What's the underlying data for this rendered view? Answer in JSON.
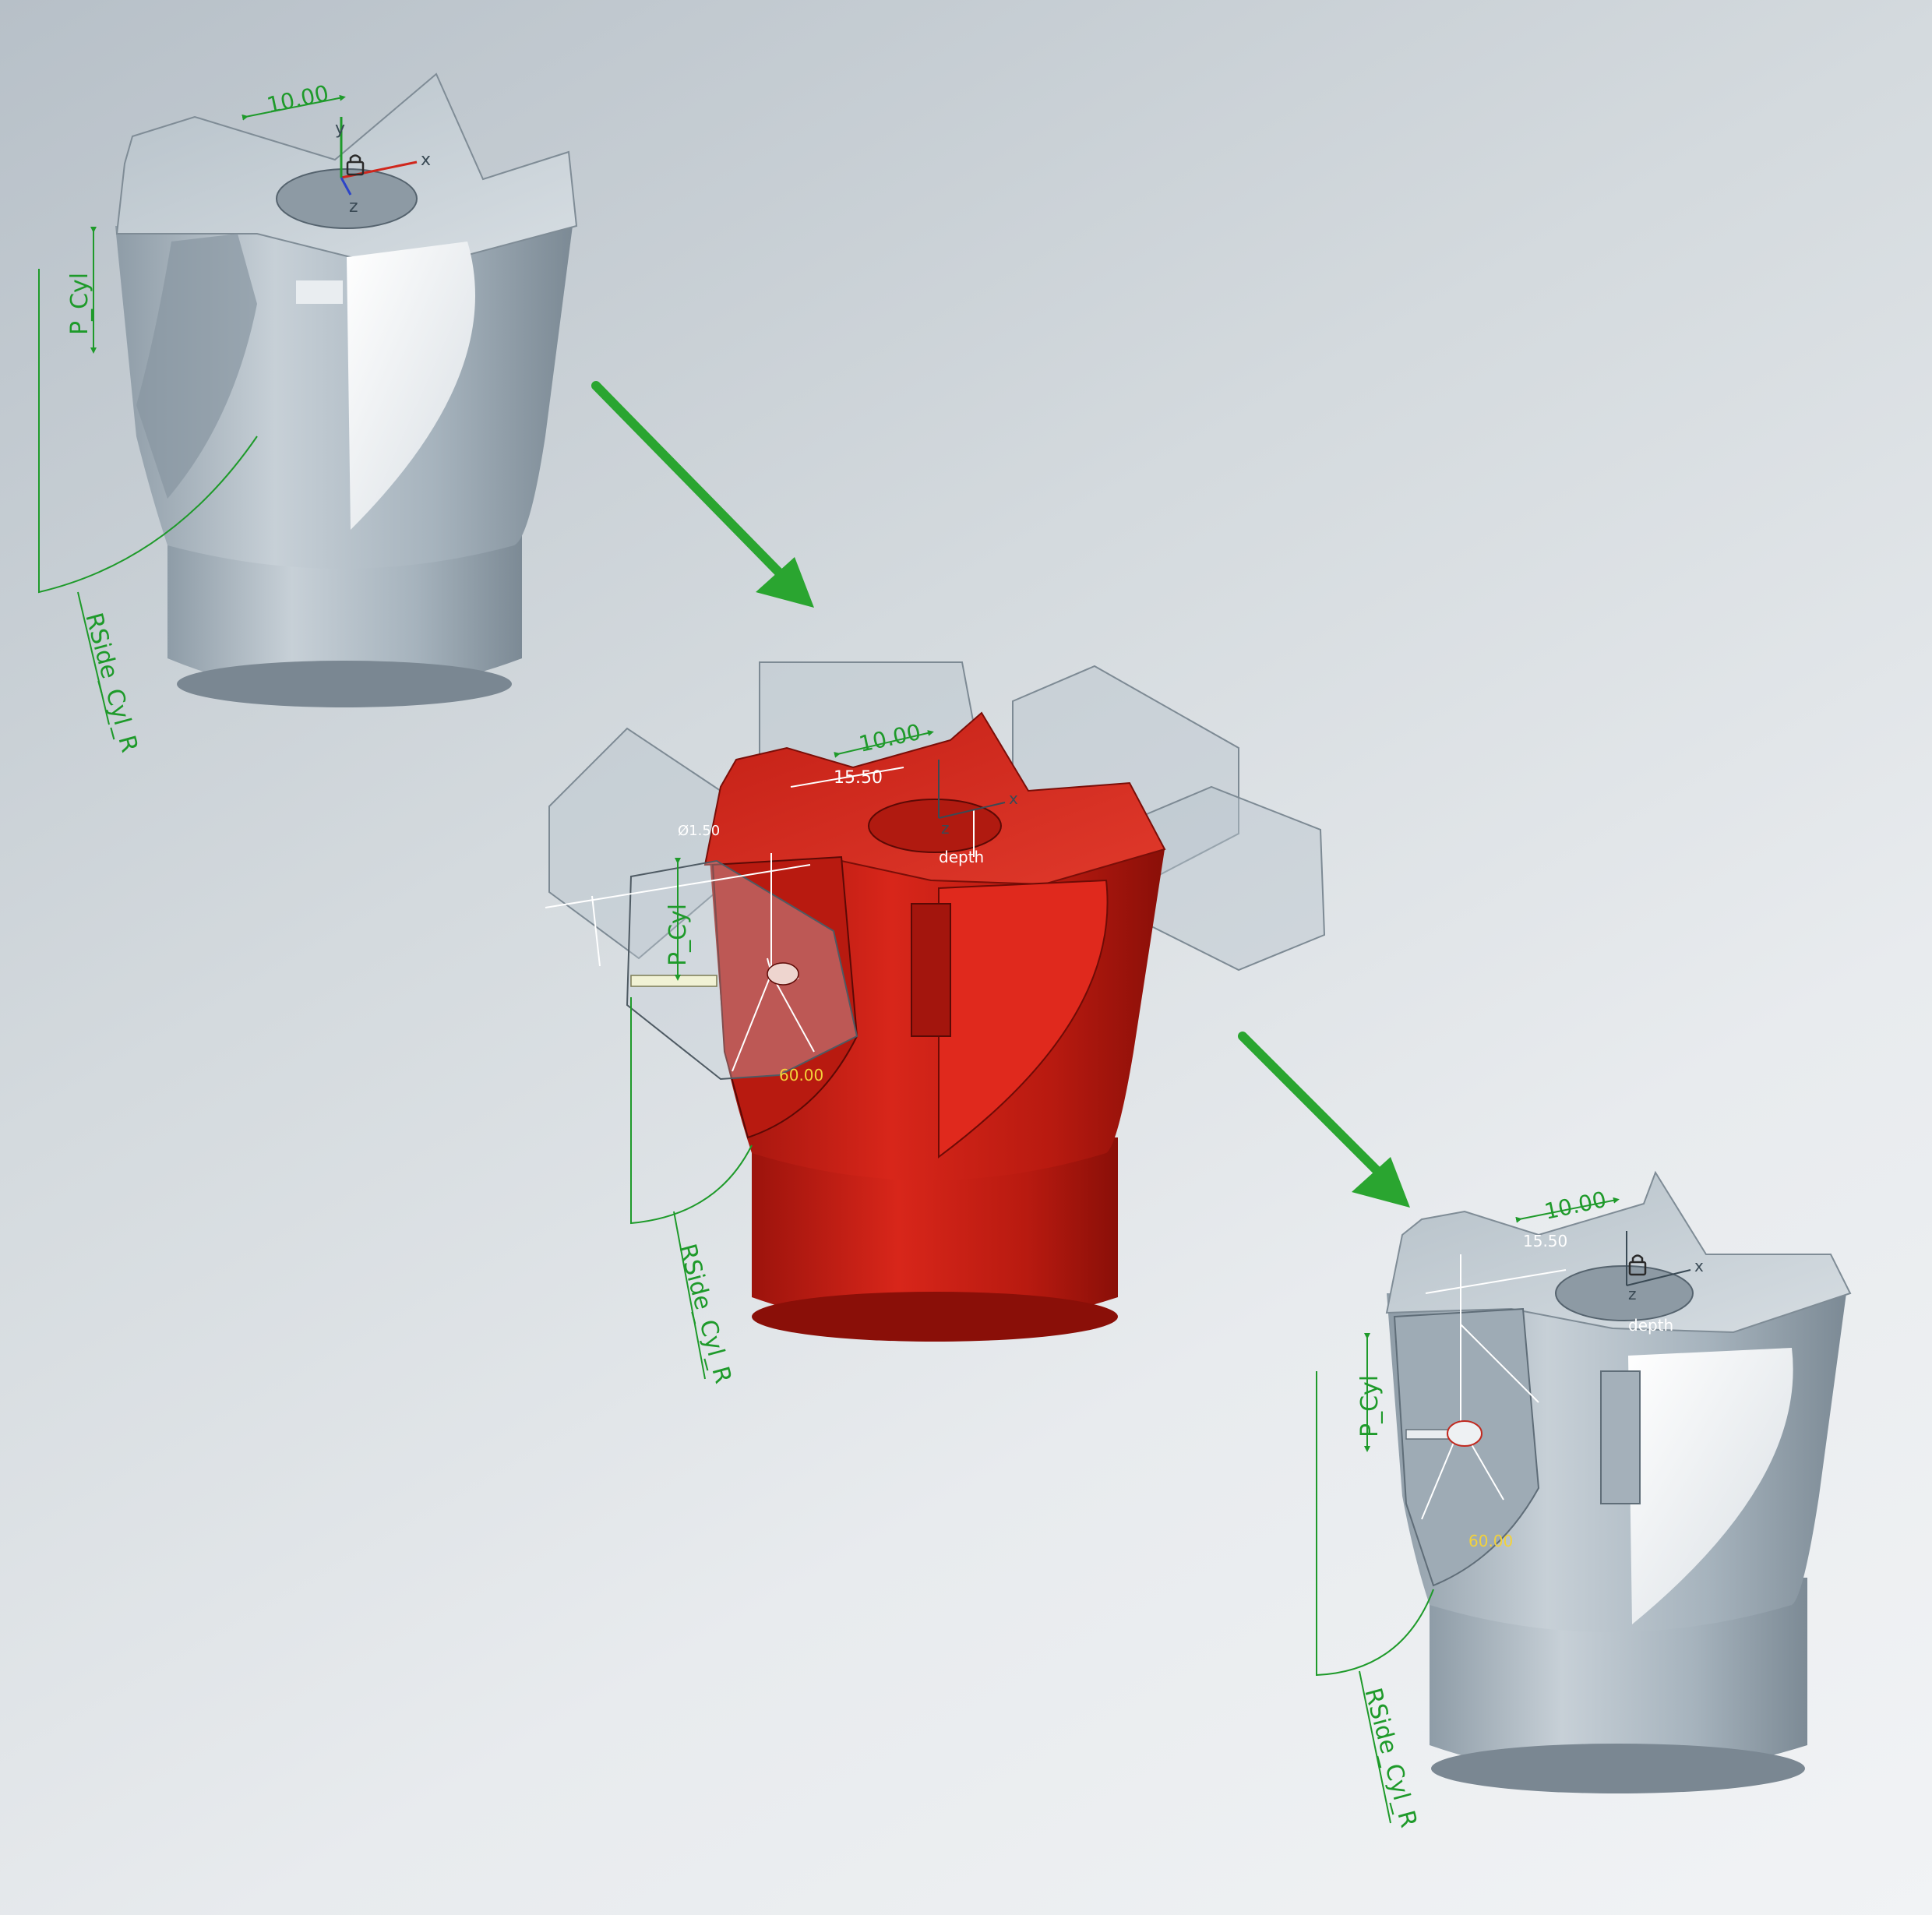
{
  "colors": {
    "arrow": "#2aa530",
    "steel_light": "#c9d2d9",
    "steel_mid": "#9aa8b3",
    "steel_dark": "#6f7f8b",
    "highlight_red": "#cc1c12",
    "dimension_green": "#1e9a2a",
    "dimension_yellow": "#f3d23a"
  },
  "stage1": {
    "dim_width": "10.00",
    "dim_pitch": "P_Cyl",
    "dim_radius": "RSide_Cyl_R",
    "axis_x": "x",
    "axis_y": "y",
    "axis_z": "z",
    "icon": "padlock-icon"
  },
  "stage2": {
    "dim_width": "10.00",
    "dim_offset": "15.50",
    "dim_diameter": "Ø1.50",
    "dim_depth": "depth",
    "dim_pitch": "P_Cyl",
    "dim_angle": "60.00",
    "dim_radius": "RSide_Cyl_R",
    "axis_x": "x",
    "axis_z": "z"
  },
  "stage3": {
    "dim_width": "10.00",
    "dim_offset": "15.50",
    "dim_depth": "depth",
    "dim_pitch": "P_Cyl",
    "dim_angle": "60.00",
    "dim_radius": "RSide_Cyl_R",
    "axis_x": "x",
    "axis_z": "z",
    "icon": "padlock-icon"
  }
}
